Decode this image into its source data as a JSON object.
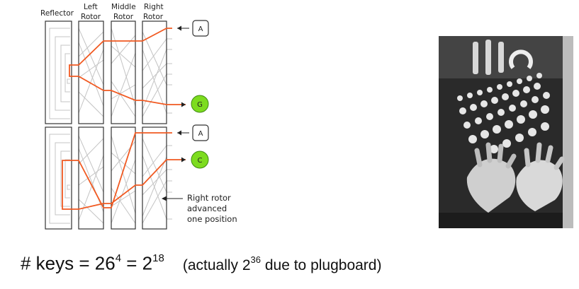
{
  "labels": {
    "reflector": "Reflector",
    "left_rotor_1": "Left",
    "left_rotor_2": "Rotor",
    "middle_rotor_1": "Middle",
    "middle_rotor_2": "Rotor",
    "right_rotor_1": "Right",
    "right_rotor_2": "Rotor"
  },
  "top_diagram": {
    "input_key": "A",
    "output_key": "G"
  },
  "bottom_diagram": {
    "input_key": "A",
    "output_key": "C"
  },
  "note": {
    "line1": "Right rotor",
    "line2": "advanced",
    "line3": "one position"
  },
  "formula": {
    "prefix": "# keys = 26",
    "exp1": "4",
    "equals": " = 2",
    "exp2": "18",
    "paren_prefix": "(actually 2",
    "paren_exp": "36",
    "paren_suffix": " due to plugboard)"
  },
  "photo": {
    "subject": "hands-typing-enigma-photo"
  },
  "colors": {
    "wire": "#f15a22",
    "output_key": "#7ddc1f",
    "box": "#333333",
    "gray_wire": "#bdbdbd"
  }
}
